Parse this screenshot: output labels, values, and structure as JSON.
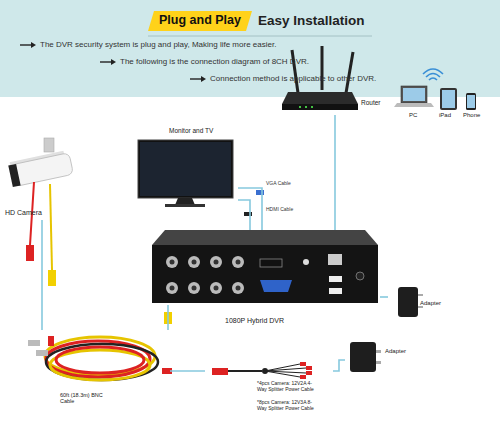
{
  "diagram": {
    "title": "Plug and Play",
    "nodes": [
      {
        "text": [
          "Router"
        ]
      },
      {
        "text": [
          "PC"
        ]
      },
      {
        "text": [
          "iPad"
        ]
      },
      {
        "text": [
          "Phone"
        ]
      },
      {
        "text": [
          "Monitor and TV"
        ]
      },
      {
        "text": [
          "HD Camera"
        ]
      },
      {
        "text": [
          "1080P Hybrid DVR"
        ]
      },
      {
        "text": [
          "Adapter"
        ]
      },
      {
        "text": [
          "60ft (18.3m) BNC Cable"
        ]
      },
      {
        "text": [
          "Adapter"
        ]
      },
      {
        "text": [
          "*4pcs Camera: 12V2A 4-Way Splitter Power Cable",
          "*8pcs Camera: 12V3A 8-Way Splitter Power Cable"
        ]
      }
    ],
    "edges": [
      {
        "from": 5,
        "to": 8,
        "arrow": "none"
      },
      {
        "from": 8,
        "to": 6,
        "arrow": "none"
      },
      {
        "from": 6,
        "to": 4,
        "label": "VGA Cable",
        "arrow": "none"
      },
      {
        "from": 6,
        "to": 4,
        "label": "HDMI Cable",
        "arrow": "none"
      },
      {
        "from": 6,
        "to": 0,
        "arrow": "none"
      },
      {
        "from": 7,
        "to": 6,
        "arrow": "none"
      },
      {
        "from": 9,
        "to": 10,
        "arrow": "none"
      },
      {
        "from": 10,
        "to": 8,
        "arrow": "none"
      }
    ],
    "labels": [
      "Easy Installation",
      "The DVR security system is plug and play, Making life more easier.",
      "The following is the connection diagram of 8CH DVR.",
      "Connection method is applicable to other DVR."
    ]
  }
}
